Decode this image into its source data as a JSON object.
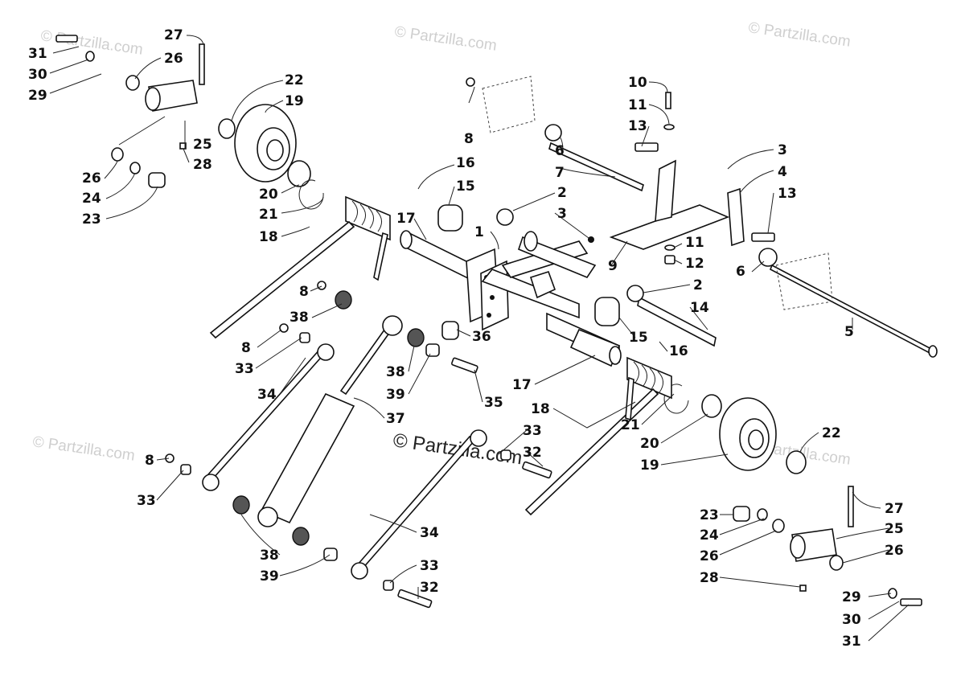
{
  "watermarks": {
    "top_left": "© Partzilla.com",
    "top_middle": "© Partzilla.com",
    "top_right": "© Partzilla.com",
    "left_middle": "© Partzilla.com",
    "right_middle": "© Partzilla.com",
    "center": "© Partzilla.com"
  },
  "callouts": [
    {
      "id": "c31a",
      "text": "31"
    },
    {
      "id": "c30a",
      "text": "30"
    },
    {
      "id": "c29a",
      "text": "29"
    },
    {
      "id": "c27a",
      "text": "27"
    },
    {
      "id": "c26a",
      "text": "26"
    },
    {
      "id": "c22a",
      "text": "22"
    },
    {
      "id": "c19a",
      "text": "19"
    },
    {
      "id": "c25a",
      "text": "25"
    },
    {
      "id": "c28a",
      "text": "28"
    },
    {
      "id": "c26b",
      "text": "26"
    },
    {
      "id": "c24a",
      "text": "24"
    },
    {
      "id": "c23a",
      "text": "23"
    },
    {
      "id": "c20a",
      "text": "20"
    },
    {
      "id": "c21a",
      "text": "21"
    },
    {
      "id": "c18a",
      "text": "18"
    },
    {
      "id": "c8a",
      "text": "8"
    },
    {
      "id": "c16a",
      "text": "16"
    },
    {
      "id": "c15a",
      "text": "15"
    },
    {
      "id": "c17a",
      "text": "17"
    },
    {
      "id": "c1",
      "text": "1"
    },
    {
      "id": "c6a",
      "text": "6"
    },
    {
      "id": "c7",
      "text": "7"
    },
    {
      "id": "c2a",
      "text": "2"
    },
    {
      "id": "c3a",
      "text": "3"
    },
    {
      "id": "c10",
      "text": "10"
    },
    {
      "id": "c11a",
      "text": "11"
    },
    {
      "id": "c13a",
      "text": "13"
    },
    {
      "id": "c3b",
      "text": "3"
    },
    {
      "id": "c4",
      "text": "4"
    },
    {
      "id": "c13b",
      "text": "13"
    },
    {
      "id": "c11b",
      "text": "11"
    },
    {
      "id": "c12",
      "text": "12"
    },
    {
      "id": "c9",
      "text": "9"
    },
    {
      "id": "c6b",
      "text": "6"
    },
    {
      "id": "c2b",
      "text": "2"
    },
    {
      "id": "c14",
      "text": "14"
    },
    {
      "id": "c5",
      "text": "5"
    },
    {
      "id": "c15b",
      "text": "15"
    },
    {
      "id": "c16b",
      "text": "16"
    },
    {
      "id": "c36",
      "text": "36"
    },
    {
      "id": "c8b",
      "text": "8"
    },
    {
      "id": "c38a",
      "text": "38"
    },
    {
      "id": "c8c",
      "text": "8"
    },
    {
      "id": "c33a",
      "text": "33"
    },
    {
      "id": "c34a",
      "text": "34"
    },
    {
      "id": "c37",
      "text": "37"
    },
    {
      "id": "c38b",
      "text": "38"
    },
    {
      "id": "c39a",
      "text": "39"
    },
    {
      "id": "c35",
      "text": "35"
    },
    {
      "id": "c17b",
      "text": "17"
    },
    {
      "id": "c18b",
      "text": "18"
    },
    {
      "id": "c21b",
      "text": "21"
    },
    {
      "id": "c20b",
      "text": "20"
    },
    {
      "id": "c19b",
      "text": "19"
    },
    {
      "id": "c22b",
      "text": "22"
    },
    {
      "id": "c33b",
      "text": "33"
    },
    {
      "id": "c32a",
      "text": "32"
    },
    {
      "id": "c8d",
      "text": "8"
    },
    {
      "id": "c33c",
      "text": "33"
    },
    {
      "id": "c38c",
      "text": "38"
    },
    {
      "id": "c39b",
      "text": "39"
    },
    {
      "id": "c34b",
      "text": "34"
    },
    {
      "id": "c33d",
      "text": "33"
    },
    {
      "id": "c32b",
      "text": "32"
    },
    {
      "id": "c27b",
      "text": "27"
    },
    {
      "id": "c23b",
      "text": "23"
    },
    {
      "id": "c25b",
      "text": "25"
    },
    {
      "id": "c24b",
      "text": "24"
    },
    {
      "id": "c26c",
      "text": "26"
    },
    {
      "id": "c26d",
      "text": "26"
    },
    {
      "id": "c28b",
      "text": "28"
    },
    {
      "id": "c29b",
      "text": "29"
    },
    {
      "id": "c30b",
      "text": "30"
    },
    {
      "id": "c31b",
      "text": "31"
    }
  ]
}
